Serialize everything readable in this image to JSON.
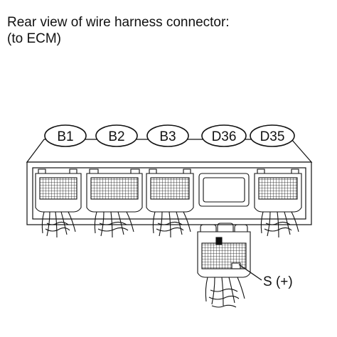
{
  "caption": {
    "line1": "Rear view of wire harness connector:",
    "line2": "(to ECM)"
  },
  "connectors": [
    {
      "id": "B1",
      "label": "B1"
    },
    {
      "id": "B2",
      "label": "B2"
    },
    {
      "id": "B3",
      "label": "B3"
    },
    {
      "id": "D36",
      "label": "D36"
    },
    {
      "id": "D35",
      "label": "D35"
    }
  ],
  "probe": {
    "terminal_label": "S (+)"
  },
  "colors": {
    "line": "#111111",
    "background": "#ffffff"
  }
}
